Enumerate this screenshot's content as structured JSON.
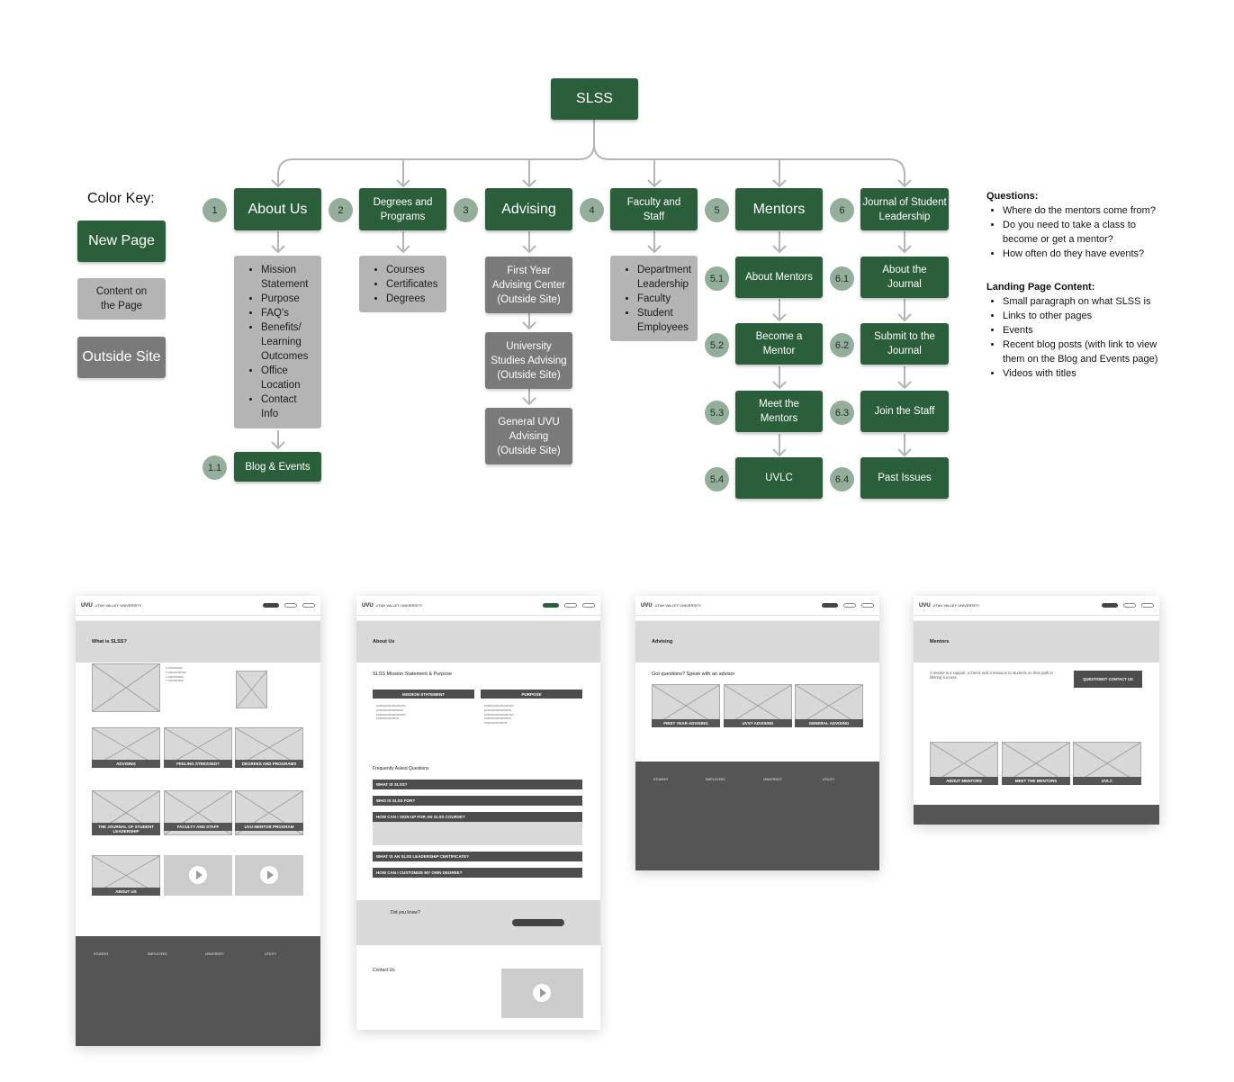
{
  "sitemap": {
    "root": "SLSS",
    "color_key": {
      "title": "Color Key:",
      "new_page": "New Page",
      "content": "Content on the Page",
      "outside": "Outside Site"
    },
    "columns": [
      {
        "num": "1",
        "label": "About Us",
        "content": [
          "Mission Statement",
          "Purpose",
          "FAQ's",
          "Benefits/ Learning Outcomes",
          "Office Location",
          "Contact Info"
        ],
        "sub": [
          {
            "num": "1.1",
            "label": "Blog & Events"
          }
        ]
      },
      {
        "num": "2",
        "label": "Degrees and Programs",
        "content": [
          "Courses",
          "Certificates",
          "Degrees"
        ]
      },
      {
        "num": "3",
        "label": "Advising",
        "outside": [
          "First Year Advising Center (Outside Site)",
          "University Studies Advising (Outside Site)",
          "General UVU Advising (Outside Site)"
        ]
      },
      {
        "num": "4",
        "label": "Faculty and Staff",
        "content": [
          "Department Leadership",
          "Faculty",
          "Student Employees"
        ]
      },
      {
        "num": "5",
        "label": "Mentors",
        "sub": [
          {
            "num": "5.1",
            "label": "About Mentors"
          },
          {
            "num": "5.2",
            "label": "Become a Mentor"
          },
          {
            "num": "5.3",
            "label": "Meet the Mentors"
          },
          {
            "num": "5.4",
            "label": "UVLC"
          }
        ]
      },
      {
        "num": "6",
        "label": "Journal of Student Leadership",
        "sub": [
          {
            "num": "6.1",
            "label": "About the Journal"
          },
          {
            "num": "6.2",
            "label": "Submit to the Journal"
          },
          {
            "num": "6.3",
            "label": "Join the Staff"
          },
          {
            "num": "6.4",
            "label": "Past Issues"
          }
        ]
      }
    ],
    "questions": {
      "title": "Questions:",
      "items": [
        "Where do the mentors come from?",
        "Do you need to take a class to become or get a mentor?",
        "How often do they have events?"
      ]
    },
    "landing": {
      "title": "Landing Page Content:",
      "items": [
        "Small paragraph on what SLSS is",
        "Links to other pages",
        "Events",
        "Recent blog posts (with link to view them on the Blog and Events page)",
        "Videos with titles"
      ]
    }
  },
  "wireframes": {
    "logo": "UVU",
    "university": "UTAH VALLEY UNIVERSITY",
    "home": {
      "hero": "What is SLSS?",
      "tiles": [
        "ADVISING",
        "FEELING STRESSED?",
        "DEGREES AND PROGRAMS",
        "THE JOURNAL OF STUDENT LEADERSHIP",
        "FACULTY AND STAFF",
        "UVU MENTOR PROGRAM",
        "ABOUT US"
      ],
      "footer_cols": [
        "STUDENT",
        "EMPLOYEES",
        "UNIVERSITY",
        "UTILITY"
      ]
    },
    "about": {
      "hero": "About Us",
      "section": "SLSS Mission Statement & Purpose",
      "mission": "MISSION STATEMENT",
      "purpose": "PURPOSE",
      "faq_title": "Frequently Asked Questions",
      "faqs": [
        "WHAT IS SLSS?",
        "WHO IS SLSS FOR?",
        "HOW CAN I SIGN UP FOR AN SLSS COURSE?",
        "WHAT IS AN SLSS LEADERSHIP CERTIFICATE?",
        "HOW CAN I CUSTOMIZE MY OWN DEGREE?"
      ],
      "did_you_know": "Did you know?",
      "contact": "Contact Us"
    },
    "advising": {
      "hero": "Advising",
      "section": "Got questions? Speak with an advisor",
      "cards": [
        "FIRST YEAR ADVISING",
        "UVST ADVISING",
        "GENERAL ADVISING"
      ],
      "footer_cols": [
        "STUDENT",
        "EMPLOYEES",
        "UNIVERSITY",
        "UTILITY"
      ]
    },
    "mentors": {
      "hero": "Mentors",
      "intro": "A mentor is a support, a friend, and a resource to students on their path to lifelong success.",
      "contact": "QUESTIONS? CONTACT US",
      "cards": [
        "ABOUT MENTORS",
        "MEET THE MENTORS",
        "UVLC"
      ]
    }
  }
}
